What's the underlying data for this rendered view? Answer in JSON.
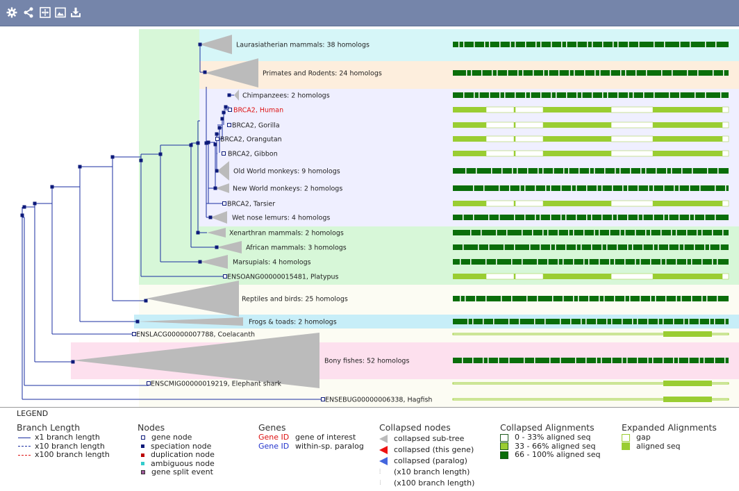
{
  "toolbar": {
    "icons": [
      "gear-icon",
      "share-icon",
      "fit-icon",
      "image-icon",
      "download-icon"
    ]
  },
  "colors": {
    "toolbar": "#7585aa",
    "branch": "#1a2ea0",
    "node": "#0d1a7a",
    "collapsed": "#bbbbbb",
    "align_dark": "#0a6e0a",
    "align_light": "#9acd32",
    "gene_of_interest": "#dd1111",
    "paralog": "#2233cc"
  },
  "tree": {
    "rows": [
      {
        "label": "Laurasiatherian mammals: 38 homologs",
        "type": "collapsed"
      },
      {
        "label": "Primates and Rodents: 24 homologs",
        "type": "collapsed"
      },
      {
        "label": "Chimpanzees: 2 homologs",
        "type": "collapsed"
      },
      {
        "label": "BRCA2, Human",
        "type": "gene",
        "interest": true
      },
      {
        "label": "BRCA2, Gorilla",
        "type": "gene"
      },
      {
        "label": "BRCA2, Orangutan",
        "type": "gene"
      },
      {
        "label": "BRCA2, Gibbon",
        "type": "gene"
      },
      {
        "label": "Old World monkeys: 9 homologs",
        "type": "collapsed"
      },
      {
        "label": "New World monkeys: 2 homologs",
        "type": "collapsed"
      },
      {
        "label": "BRCA2, Tarsier",
        "type": "gene"
      },
      {
        "label": "Wet nose lemurs: 4 homologs",
        "type": "collapsed"
      },
      {
        "label": "Xenarthran mammals: 2 homologs",
        "type": "collapsed"
      },
      {
        "label": "African mammals: 3 homologs",
        "type": "collapsed"
      },
      {
        "label": "Marsupials: 4 homologs",
        "type": "collapsed"
      },
      {
        "label": "ENSOANG00000015481, Platypus",
        "type": "gene"
      },
      {
        "label": "Reptiles and birds: 25 homologs",
        "type": "collapsed"
      },
      {
        "label": "Frogs & toads: 2 homologs",
        "type": "collapsed"
      },
      {
        "label": "ENSLACG00000007788, Coelacanth",
        "type": "gene"
      },
      {
        "label": "Bony fishes: 52 homologs",
        "type": "collapsed"
      },
      {
        "label": "ENSCMIG00000019219, Elephant shark",
        "type": "gene"
      },
      {
        "label": "ENSEBUG00000006338, Hagfish",
        "type": "gene"
      }
    ]
  },
  "legend": {
    "title": "LEGEND",
    "branch_length": {
      "heading": "Branch Length",
      "items": [
        "x1 branch length",
        "x10 branch length",
        "x100 branch length"
      ]
    },
    "nodes": {
      "heading": "Nodes",
      "items": [
        "gene node",
        "speciation node",
        "duplication node",
        "ambiguous node",
        "gene split event"
      ]
    },
    "genes": {
      "heading": "Genes",
      "gene_id": "Gene ID",
      "items": [
        "gene of interest",
        "within-sp. paralog"
      ]
    },
    "collapsed_nodes": {
      "heading": "Collapsed nodes",
      "items": [
        "collapsed sub-tree",
        "collapsed (this gene)",
        "collapsed (paralog)",
        "(x10 branch length)",
        "(x100 branch length)"
      ]
    },
    "collapsed_alignments": {
      "heading": "Collapsed Alignments",
      "items": [
        "0 - 33% aligned seq",
        "33 - 66% aligned seq",
        "66 - 100% aligned seq"
      ]
    },
    "expanded_alignments": {
      "heading": "Expanded Alignments",
      "items": [
        "gap",
        "aligned seq"
      ]
    }
  }
}
